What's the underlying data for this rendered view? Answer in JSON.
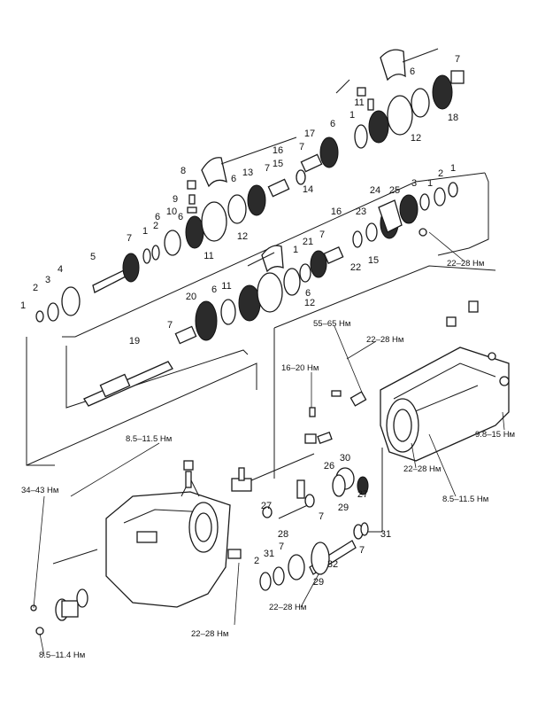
{
  "callouts": [
    {
      "n": "1"
    },
    {
      "n": "2"
    },
    {
      "n": "3"
    },
    {
      "n": "4"
    },
    {
      "n": "5"
    },
    {
      "n": "6"
    },
    {
      "n": "7"
    },
    {
      "n": "1"
    },
    {
      "n": "2"
    },
    {
      "n": "6"
    },
    {
      "n": "10"
    },
    {
      "n": "9"
    },
    {
      "n": "8"
    },
    {
      "n": "11"
    },
    {
      "n": "12"
    },
    {
      "n": "6"
    },
    {
      "n": "13"
    },
    {
      "n": "7"
    },
    {
      "n": "15"
    },
    {
      "n": "16"
    },
    {
      "n": "14"
    },
    {
      "n": "7"
    },
    {
      "n": "17"
    },
    {
      "n": "6"
    },
    {
      "n": "1"
    },
    {
      "n": "11"
    },
    {
      "n": "12"
    },
    {
      "n": "6"
    },
    {
      "n": "18"
    },
    {
      "n": "7"
    },
    {
      "n": "20"
    },
    {
      "n": "6"
    },
    {
      "n": "11"
    },
    {
      "n": "12"
    },
    {
      "n": "7"
    },
    {
      "n": "19"
    },
    {
      "n": "1"
    },
    {
      "n": "21"
    },
    {
      "n": "7"
    },
    {
      "n": "6"
    },
    {
      "n": "16"
    },
    {
      "n": "23"
    },
    {
      "n": "24"
    },
    {
      "n": "25"
    },
    {
      "n": "3"
    },
    {
      "n": "1"
    },
    {
      "n": "2"
    },
    {
      "n": "1"
    },
    {
      "n": "22"
    },
    {
      "n": "15"
    },
    {
      "n": "26"
    },
    {
      "n": "30"
    },
    {
      "n": "27"
    },
    {
      "n": "29"
    },
    {
      "n": "7"
    },
    {
      "n": "27"
    },
    {
      "n": "28"
    },
    {
      "n": "31"
    },
    {
      "n": "7"
    },
    {
      "n": "2"
    },
    {
      "n": "31"
    },
    {
      "n": "7"
    },
    {
      "n": "32"
    },
    {
      "n": "29"
    }
  ],
  "torque_specs": {
    "t1": "22–28 Нм",
    "t2": "55–65 Нм",
    "t3": "22–28 Нм",
    "t4": "16–20 Нм",
    "t5": "9.8–15 Нм",
    "t6": "22–28 Нм",
    "t7": "8.5–11.5 Нм",
    "t8": "8.5–11.5 Нм",
    "t9": "34–43 Нм",
    "t10": "22–28 Нм",
    "t11": "22–28 Нм",
    "t12": "8.5–11.4 Нм"
  }
}
